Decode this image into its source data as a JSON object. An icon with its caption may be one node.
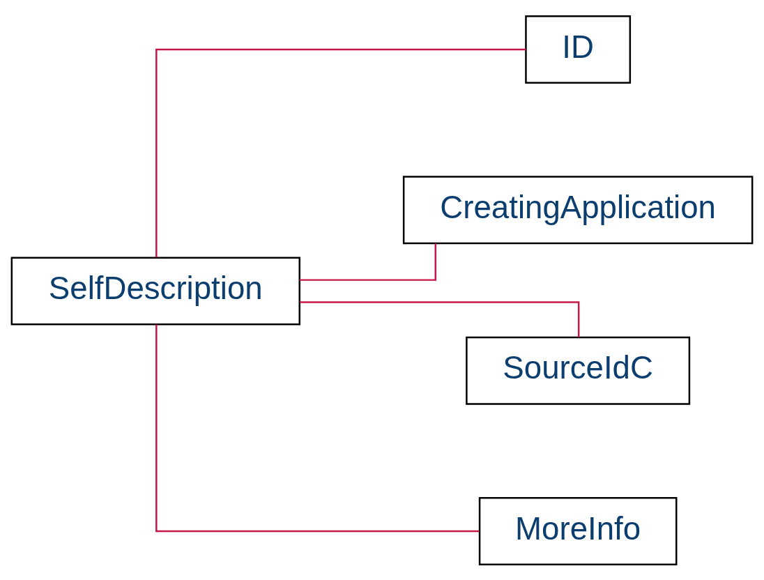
{
  "diagram": {
    "nodes": [
      {
        "text": [
          "SelfDescription"
        ]
      },
      {
        "text": [
          "ID"
        ]
      },
      {
        "text": [
          "CreatingApplication"
        ]
      },
      {
        "text": [
          "SourceIdC"
        ]
      },
      {
        "text": [
          "MoreInfo"
        ]
      }
    ],
    "edges": [
      {
        "from": 0,
        "to": 1,
        "arrow": "none"
      },
      {
        "from": 0,
        "to": 2,
        "arrow": "none"
      },
      {
        "from": 0,
        "to": 3,
        "arrow": "none"
      },
      {
        "from": 0,
        "to": 4,
        "arrow": "none"
      }
    ]
  }
}
